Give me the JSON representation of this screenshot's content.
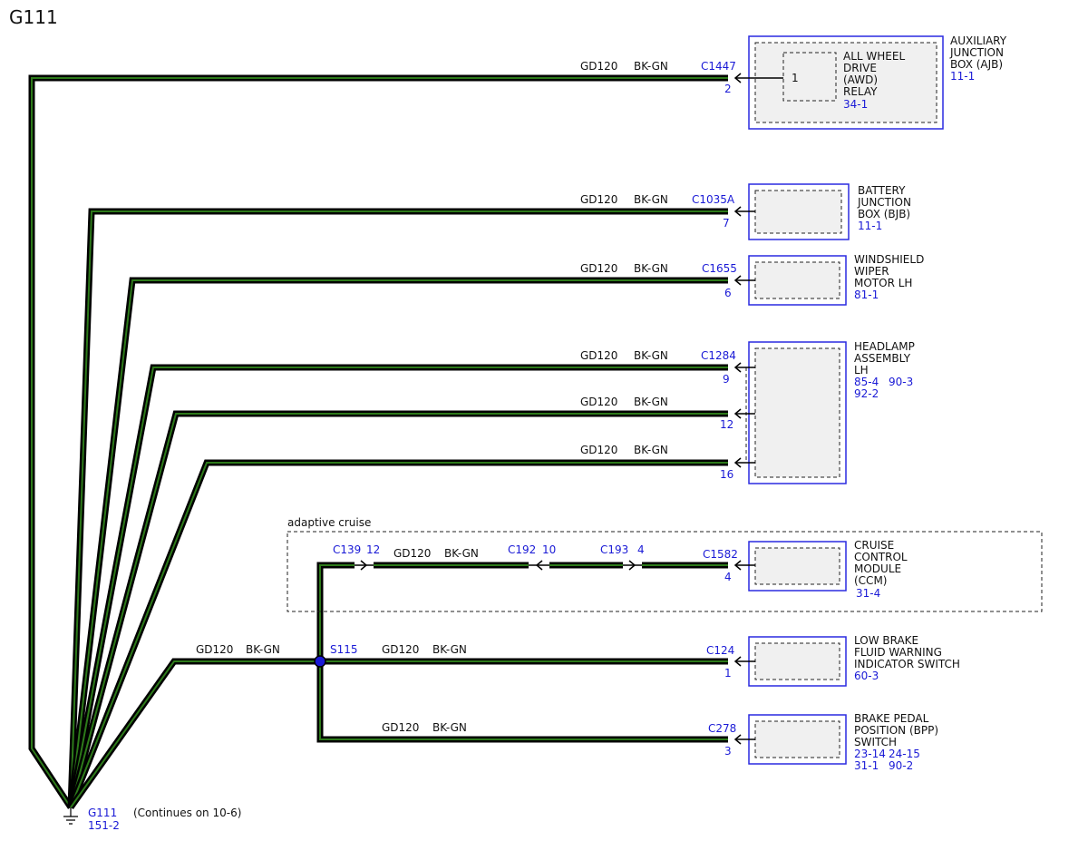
{
  "title": "G111",
  "wire": {
    "circuit": "GD120",
    "color": "BK-GN",
    "green": "#2d7a1a",
    "blue": "#1a1ad6"
  },
  "components": {
    "ajb": {
      "name": [
        "AUXILIARY",
        "JUNCTION",
        "BOX (AJB)"
      ],
      "ref": "11-1",
      "connector": "C1447",
      "pin": "2",
      "relay": {
        "name": [
          "ALL WHEEL",
          "DRIVE",
          "(AWD)",
          "RELAY"
        ],
        "ref": "34-1",
        "pin": "1"
      }
    },
    "bjb": {
      "name": [
        "BATTERY",
        "JUNCTION",
        "BOX (BJB)"
      ],
      "ref": "11-1",
      "connector": "C1035A",
      "pin": "7"
    },
    "wiper": {
      "name": [
        "WINDSHIELD",
        "WIPER",
        "MOTOR LH"
      ],
      "ref": "81-1",
      "connector": "C1655",
      "pin": "6"
    },
    "headlamp": {
      "name": [
        "HEADLAMP",
        "ASSEMBLY",
        "LH"
      ],
      "ref1": "85-4",
      "ref2": "90-3",
      "ref3": "92-2",
      "connector": "C1284",
      "pins": [
        "9",
        "12",
        "16"
      ]
    },
    "ccm": {
      "name": [
        "CRUISE",
        "CONTROL",
        "MODULE",
        "(CCM)"
      ],
      "ref": "31-4",
      "connector": "C1582",
      "pin": "4"
    },
    "lowbrake": {
      "name": [
        "LOW BRAKE",
        "FLUID WARNING",
        "INDICATOR SWITCH"
      ],
      "ref": "60-3",
      "connector": "C124",
      "pin": "1"
    },
    "bpp": {
      "name": [
        "BRAKE PEDAL",
        "POSITION (BPP)",
        "SWITCH"
      ],
      "ref1": "23-14",
      "ref2": "24-15",
      "ref3": "31-1",
      "ref4": "90-2",
      "connector": "C278",
      "pin": "3"
    }
  },
  "adaptive_cruise": {
    "label": "adaptive cruise",
    "c139": "C139",
    "c139_pin": "12",
    "c192": "C192",
    "c192_pin": "10",
    "c193": "C193",
    "c193_pin": "4"
  },
  "splice": {
    "label": "S115"
  },
  "ground": {
    "label": "G111",
    "ref": "151-2",
    "note": "(Continues on 10-6)"
  }
}
